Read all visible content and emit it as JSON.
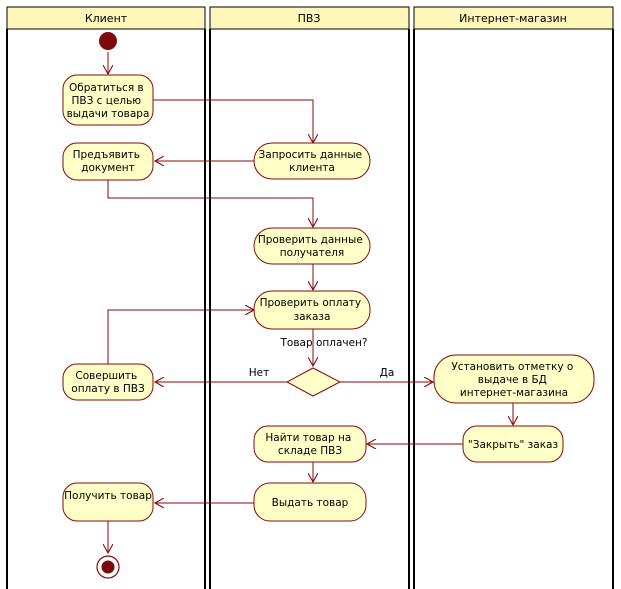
{
  "colors": {
    "fill": "#ffffc8",
    "stroke": "#8b0a0a",
    "header_fill": "#fff6b9",
    "lane_border": "#000000",
    "initial": "#7d0a0a"
  },
  "lanes": [
    {
      "id": "client",
      "title": "Клиент"
    },
    {
      "id": "pvz",
      "title": "ПВЗ"
    },
    {
      "id": "shop",
      "title": "Интернет-магазин"
    }
  ],
  "nodes": [
    {
      "id": "apply",
      "lane": "client",
      "lines": [
        "Обратиться в",
        "ПВЗ с целью",
        "выдачи товара"
      ]
    },
    {
      "id": "request",
      "lane": "pvz",
      "lines": [
        "Запросить данные",
        "клиента"
      ]
    },
    {
      "id": "present",
      "lane": "client",
      "lines": [
        "Предъявить",
        "документ"
      ]
    },
    {
      "id": "check_data",
      "lane": "pvz",
      "lines": [
        "Проверить данные",
        "получателя"
      ]
    },
    {
      "id": "check_pay",
      "lane": "pvz",
      "lines": [
        "Проверить оплату",
        "заказа"
      ]
    },
    {
      "id": "pay",
      "lane": "client",
      "lines": [
        "Совершить",
        "оплату в ПВЗ"
      ]
    },
    {
      "id": "mark",
      "lane": "shop",
      "lines": [
        "Установить отметку о",
        "выдаче в БД",
        "интернет-магазина"
      ]
    },
    {
      "id": "close",
      "lane": "shop",
      "lines": [
        "\"Закрыть\" заказ"
      ]
    },
    {
      "id": "find",
      "lane": "pvz",
      "lines": [
        "Найти товар на",
        "складе ПВЗ"
      ]
    },
    {
      "id": "issue",
      "lane": "pvz",
      "lines": [
        "Выдать товар"
      ]
    },
    {
      "id": "receive",
      "lane": "client",
      "lines": [
        "Получить товар"
      ]
    }
  ],
  "decision": {
    "question": "Товар оплачен?",
    "no_label": "Нет",
    "yes_label": "Да"
  }
}
